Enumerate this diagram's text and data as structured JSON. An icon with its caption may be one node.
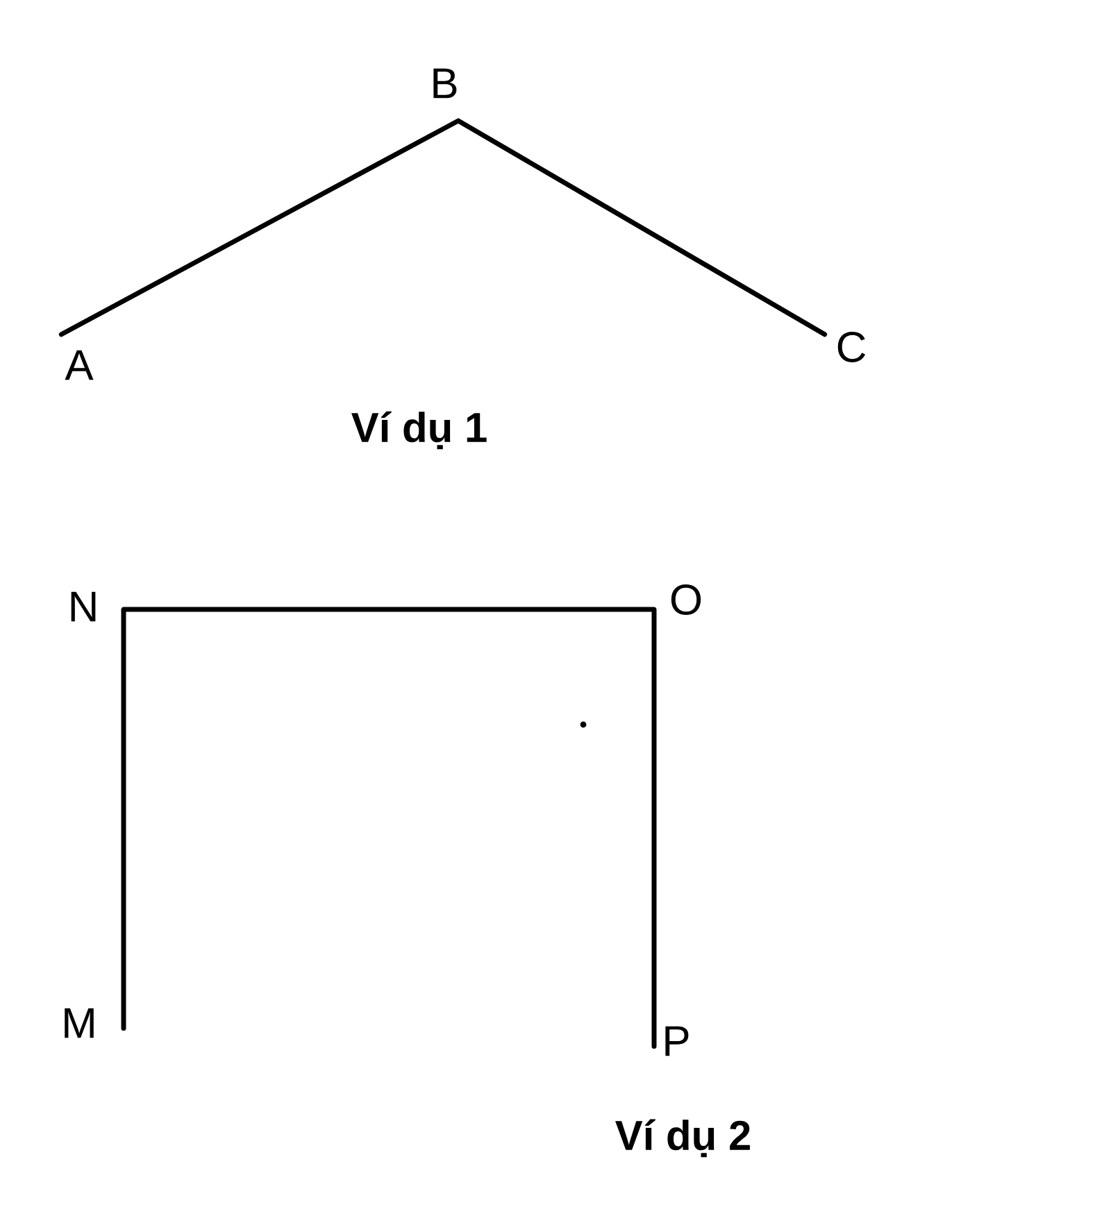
{
  "diagram": {
    "nodes": [
      {
        "text": [
          "A"
        ]
      },
      {
        "text": [
          "B"
        ]
      },
      {
        "text": [
          "C"
        ]
      },
      {
        "text": [
          "N"
        ]
      },
      {
        "text": [
          "O"
        ]
      },
      {
        "text": [
          "M"
        ]
      },
      {
        "text": [
          "P"
        ]
      }
    ],
    "edges": [
      {
        "from": 0,
        "to": 1,
        "arrow": "none"
      },
      {
        "from": 1,
        "to": 2,
        "arrow": "none"
      },
      {
        "from": 5,
        "to": 3,
        "arrow": "none"
      },
      {
        "from": 3,
        "to": 4,
        "arrow": "none"
      },
      {
        "from": 4,
        "to": 6,
        "arrow": "none"
      }
    ],
    "labels": [
      "Ví dụ 1",
      "Ví dụ 2"
    ]
  }
}
